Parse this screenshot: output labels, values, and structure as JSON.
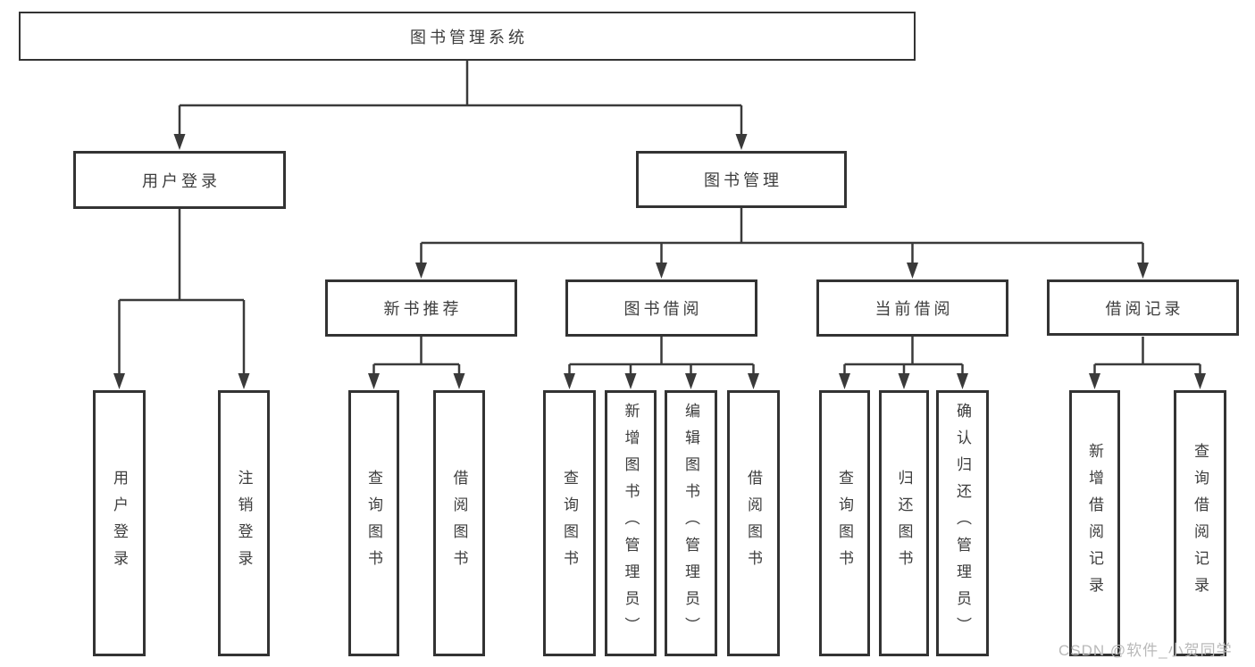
{
  "diagram": {
    "root": {
      "label": "图书管理系统"
    },
    "level2": [
      {
        "label": "用户登录",
        "children": [
          {
            "label": "用户登录"
          },
          {
            "label": "注销登录"
          }
        ]
      },
      {
        "label": "图书管理",
        "children": [
          {
            "label": "新书推荐",
            "children": [
              {
                "label": "查询图书"
              },
              {
                "label": "借阅图书"
              }
            ]
          },
          {
            "label": "图书借阅",
            "children": [
              {
                "label": "查询图书"
              },
              {
                "label": "新增图书（管理员）"
              },
              {
                "label": "编辑图书（管理员）"
              },
              {
                "label": "借阅图书"
              }
            ]
          },
          {
            "label": "当前借阅",
            "children": [
              {
                "label": "查询图书"
              },
              {
                "label": "归还图书"
              },
              {
                "label": "确认归还（管理员）"
              }
            ]
          },
          {
            "label": "借阅记录",
            "children": [
              {
                "label": "新增借阅记录"
              },
              {
                "label": "查询借阅记录"
              }
            ]
          }
        ]
      }
    ]
  },
  "watermark": {
    "text": "CSDN @软件_小贺同学"
  },
  "colors": {
    "line": "#3a3a3a",
    "border": "#333333",
    "text": "#3d3d3d",
    "watermark": "#b9b9b9"
  }
}
